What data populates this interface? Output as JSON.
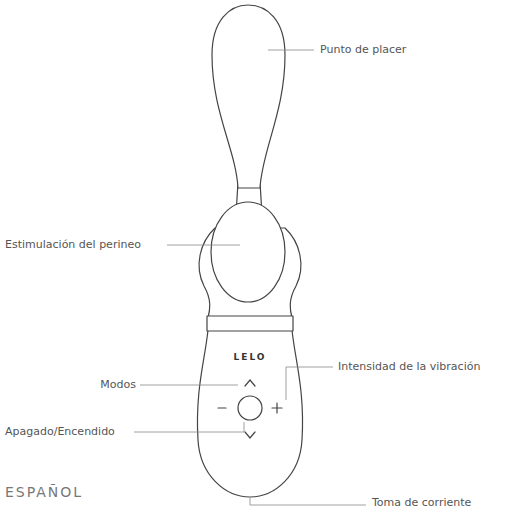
{
  "diagram": {
    "labels": [
      "Punto de placer",
      "Estimulación del perineo",
      "LELO",
      "Modos",
      "Intensidad de la vibración",
      "Apagado/Encendido",
      "ESPAÑOL",
      "Toma de corriente"
    ]
  }
}
